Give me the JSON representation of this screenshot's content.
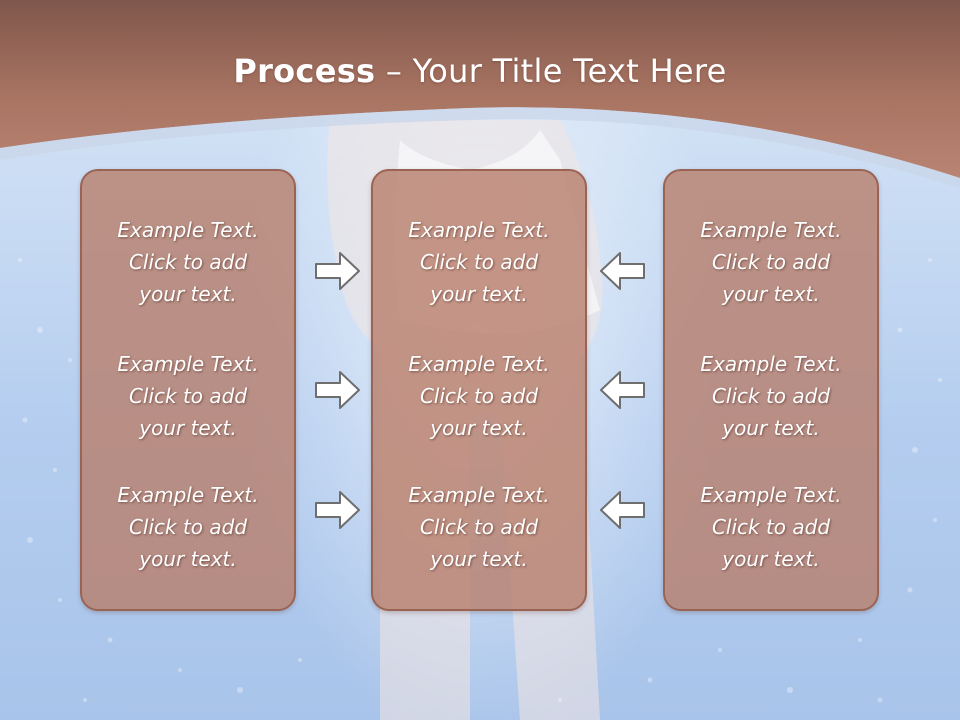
{
  "slide": {
    "title_bold": "Process",
    "title_rest": " – Your Title Text Here"
  },
  "columns": [
    {
      "items": [
        {
          "line1": "Example Text.",
          "line2": "Click  to add",
          "line3": "your text."
        },
        {
          "line1": "Example Text.",
          "line2": "Click  to add",
          "line3": "your text."
        },
        {
          "line1": "Example Text.",
          "line2": "Click  to add",
          "line3": "your text."
        }
      ]
    },
    {
      "items": [
        {
          "line1": "Example Text.",
          "line2": "Click  to add",
          "line3": "your text."
        },
        {
          "line1": "Example Text.",
          "line2": "Click  to add",
          "line3": "your text."
        },
        {
          "line1": "Example Text.",
          "line2": "Click  to add",
          "line3": "your text."
        }
      ]
    },
    {
      "items": [
        {
          "line1": "Example Text.",
          "line2": "Click  to add",
          "line3": "your text."
        },
        {
          "line1": "Example Text.",
          "line2": "Click  to add",
          "line3": "your text."
        },
        {
          "line1": "Example Text.",
          "line2": "Click  to add",
          "line3": "your text."
        }
      ]
    }
  ],
  "arrows": {
    "left_group": "right-arrow-icon",
    "right_group": "left-arrow-icon"
  },
  "colors": {
    "header": "#a97462",
    "box_fill": "#b8806e",
    "box_border": "#9a6455",
    "background": "#bcd3f0",
    "text": "#ffffff"
  }
}
